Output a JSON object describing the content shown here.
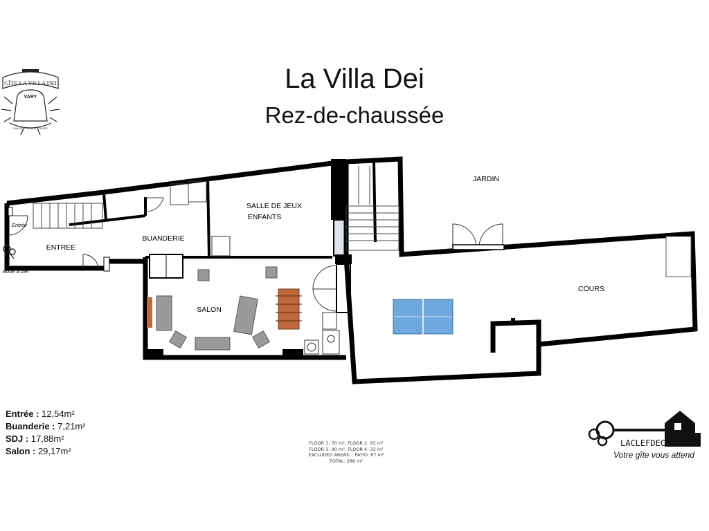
{
  "header": {
    "title": "La Villa Dei",
    "subtitle": "Rez-de-chaussée"
  },
  "logo": {
    "top_text": "GÎTE LA VILLA DEI",
    "mid_text": "VARY",
    "bottom_text": "VILLERVILLE LES POLLES"
  },
  "rooms": {
    "entree": "ENTREE",
    "buanderie": "BUANDERIE",
    "salle_jeux_line1": "SALLE DE JEUX",
    "salle_jeux_line2": "ENFANTS",
    "salon": "SALON",
    "jardin": "JARDIN",
    "cours": "COURS",
    "entree_small": "Entrée",
    "boite_clef": "Boîte à clef"
  },
  "areas": [
    {
      "label": "Entrée :",
      "value": " 12,54m²"
    },
    {
      "label": "Buanderie :",
      "value": " 7,21m²"
    },
    {
      "label": "SDJ :",
      "value": " 17,88m²"
    },
    {
      "label": "Salon :",
      "value": " 29,17m²"
    }
  ],
  "stats": [
    "FLOOR 1: 70 m², FLOOR 2: 93 m²",
    "FLOOR 3: 90 m², FLOOR 4: 33 m²",
    "EXCLUDED AREAS: , PATIO: 67 m²",
    "TOTAL: 286 m²"
  ],
  "brand": {
    "name": "LACLEFDECAMP.FR",
    "tagline": "Votre gîte vous attend"
  },
  "icons": {
    "logo": "bell-logo-icon",
    "keys": "keys-icon",
    "brand": "key-house-icon"
  },
  "colors": {
    "wall": "#000000",
    "ping_pong_table": "#6fa8dc",
    "table_line": "#ffffff",
    "baby_foot": "#c0693a",
    "furniture": "#7a7a7a",
    "window": "#dfe3f0"
  }
}
